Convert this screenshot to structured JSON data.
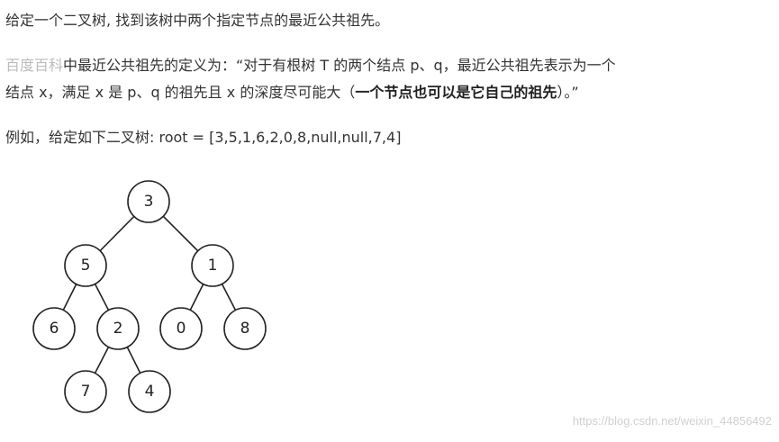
{
  "intro": {
    "text": "给定一个二叉树, 找到该树中两个指定节点的最近公共祖先。"
  },
  "definition": {
    "link_text": "百度百科",
    "line1_rest": "中最近公共祖先的定义为：“对于有根树 T 的两个结点 p、q，最近公共祖先表示为一个",
    "line2_start": "结点 x，满足 x 是 p、q 的祖先且 x 的深度尽可能大（",
    "bold": "一个节点也可以是它自己的祖先",
    "line2_end": "）。”"
  },
  "example": {
    "text": "例如，给定如下二叉树:  root = [3,5,1,6,2,0,8,null,null,7,4]"
  },
  "tree": {
    "nodes": [
      "3",
      "5",
      "1",
      "6",
      "2",
      "0",
      "8",
      "7",
      "4"
    ]
  },
  "watermark": "https://blog.csdn.net/weixin_44856492"
}
